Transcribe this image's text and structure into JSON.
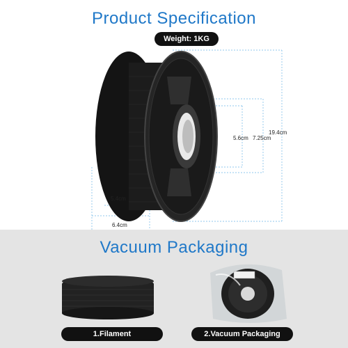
{
  "spec": {
    "title": "Product Specification",
    "weight_label": "Weight: 1KG",
    "dims": {
      "hub": "5.6cm",
      "inner": "7.25cm",
      "outer": "19.4cm",
      "width_inner": "5.4cm",
      "width_outer": "6.4cm"
    }
  },
  "packaging": {
    "title": "Vacuum Packaging",
    "label1": "1.Filament",
    "label2": "2.Vacuum Packaging"
  },
  "colors": {
    "title_blue": "#1f78c8",
    "dimension_line": "#6bb5e6",
    "filament": "#1a1a1a"
  }
}
